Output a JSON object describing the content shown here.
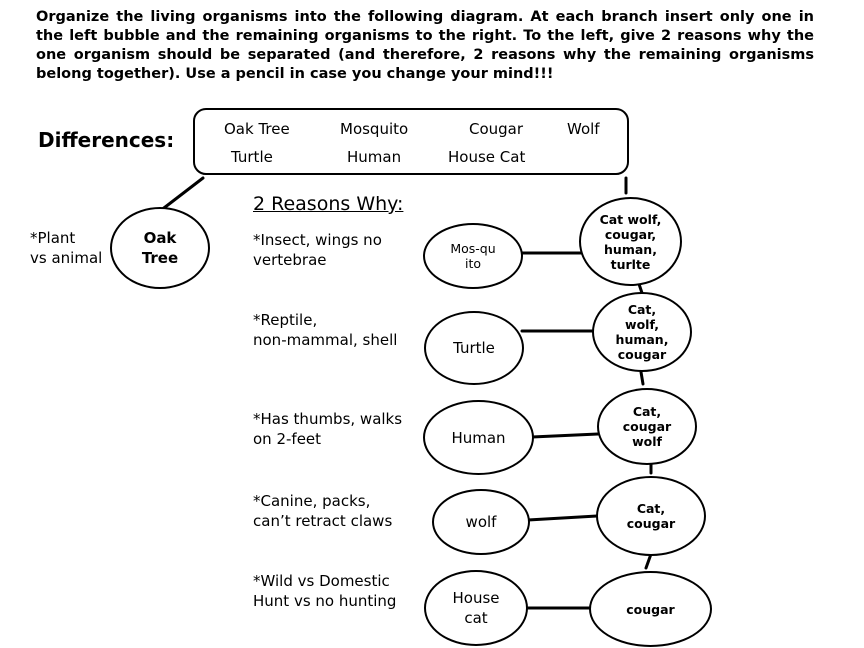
{
  "instructions": "Organize the living organisms into the following diagram. At each branch insert only one in the left bubble and the remaining organisms to the right. To the left, give 2 reasons why the one organism should be separated (and therefore, 2 reasons why the remaining organisms belong together). Use a pencil in case you change your mind!!!",
  "differences_heading": "Differences:",
  "organisms": [
    "Oak Tree",
    "Mosquito",
    "Cougar",
    "Wolf",
    "Turtle",
    "Human",
    "House Cat"
  ],
  "reasons_title": "2 Reasons Why:",
  "root": {
    "side_note": "*Plant\nvs animal",
    "left": "Oak\nTree"
  },
  "branches": [
    {
      "reason": "*Insect, wings no\nvertebrae",
      "left": "Mos-qu\nito",
      "right": "Cat wolf,\ncougar,\nhuman,\nturlte"
    },
    {
      "reason": "*Reptile,\nnon-mammal, shell",
      "left": "Turtle",
      "right": "Cat,\nwolf,\nhuman,\ncougar"
    },
    {
      "reason": "*Has thumbs, walks\non 2-feet",
      "left": "Human",
      "right": "Cat,\ncougar\nwolf"
    },
    {
      "reason": "*Canine, packs,\ncan’t retract claws",
      "left": "wolf",
      "right": "Cat,\ncougar"
    },
    {
      "reason": "*Wild vs Domestic\nHunt vs no hunting",
      "left": "House\ncat",
      "right": "cougar"
    }
  ]
}
